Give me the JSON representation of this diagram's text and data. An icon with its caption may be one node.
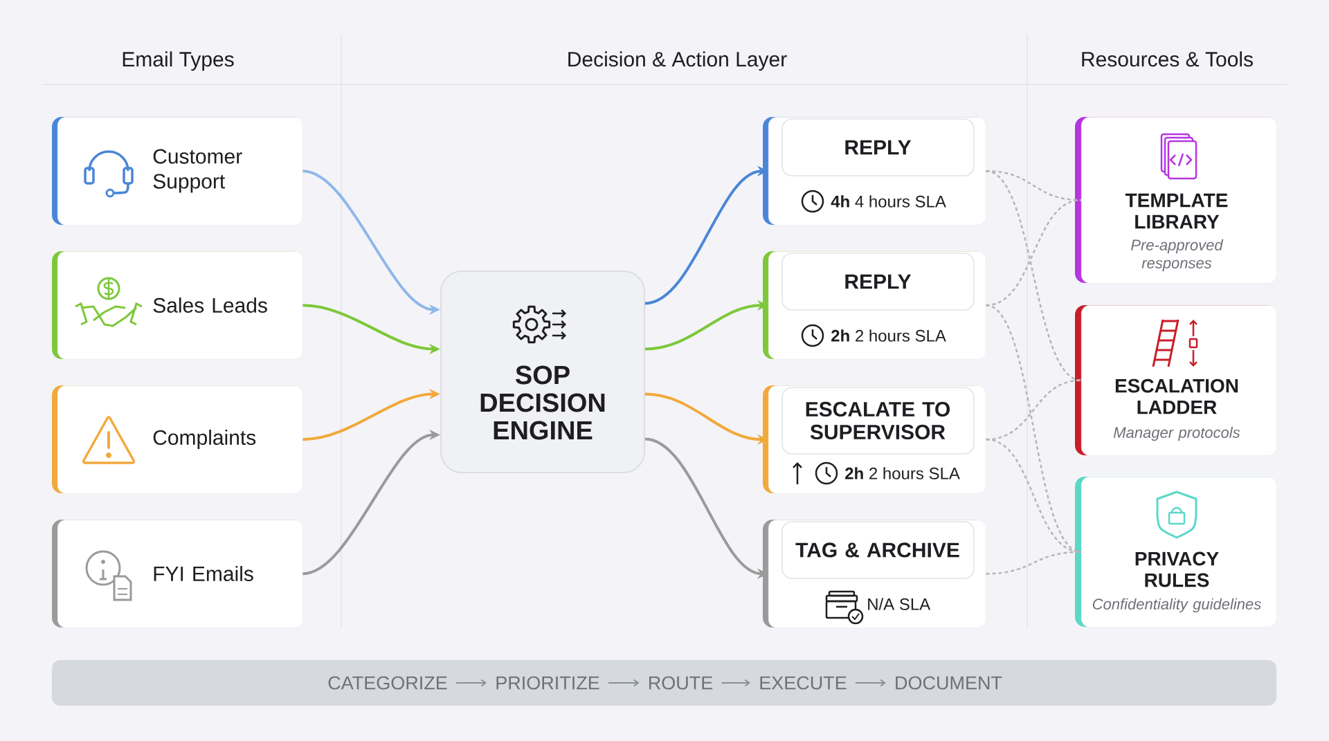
{
  "diagram": {
    "nodes": [
      {
        "text": [
          "Customer Support"
        ]
      },
      {
        "text": [
          "Sales Leads"
        ]
      },
      {
        "text": [
          "Complaints"
        ]
      },
      {
        "text": [
          "FYI Emails"
        ]
      },
      {
        "text": [
          "SOP DECISION ENGINE"
        ]
      },
      {
        "text": [
          "REPLY",
          "**4h** 4 hours SLA"
        ]
      },
      {
        "text": [
          "REPLY",
          "**2h** 2 hours SLA"
        ]
      },
      {
        "text": [
          "ESCALATE TO SUPERVISOR",
          "**2h** 2 hours SLA"
        ]
      },
      {
        "text": [
          "TAG & ARCHIVE",
          "N/A SLA"
        ]
      },
      {
        "text": [
          "TEMPLATE LIBRARY",
          "Pre-approved responses"
        ]
      },
      {
        "text": [
          "ESCALATION LADDER",
          "Manager protocols"
        ]
      },
      {
        "text": [
          "PRIVACY RULES",
          "Confidentiality guidelines"
        ]
      },
      {
        "text": [],
        "shape": "bar"
      },
      {
        "text": [
          "CATEGORIZE"
        ],
        "in": 12
      },
      {
        "text": [
          "PRIORITIZE"
        ],
        "in": 12
      },
      {
        "text": [
          "ROUTE"
        ],
        "in": 12
      },
      {
        "text": [
          "EXECUTE"
        ],
        "in": 12
      },
      {
        "text": [
          "DOCUMENT"
        ],
        "in": 12
      }
    ],
    "edges": [
      {
        "from": 0,
        "to": 4,
        "arrow": "to",
        "color": "#8fb8ea"
      },
      {
        "from": 1,
        "to": 4,
        "arrow": "to",
        "color": "#7dc83a"
      },
      {
        "from": 2,
        "to": 4,
        "arrow": "to",
        "color": "#f2a93b"
      },
      {
        "from": 3,
        "to": 4,
        "arrow": "to",
        "color": "#9a9a9a"
      },
      {
        "from": 4,
        "to": 5,
        "arrow": "to",
        "color": "#4a86d8"
      },
      {
        "from": 4,
        "to": 6,
        "arrow": "to",
        "color": "#7dc83a"
      },
      {
        "from": 4,
        "to": 7,
        "arrow": "to",
        "color": "#f2a93b"
      },
      {
        "from": 4,
        "to": 8,
        "arrow": "to",
        "color": "#9a9a9a"
      },
      {
        "from": 5,
        "to": 9,
        "arrow": "none",
        "style": "dashed",
        "color": "#b5b5b8"
      },
      {
        "from": 5,
        "to": 10,
        "arrow": "none",
        "style": "dashed",
        "color": "#b5b5b8"
      },
      {
        "from": 6,
        "to": 9,
        "arrow": "none",
        "style": "dashed",
        "color": "#b5b5b8"
      },
      {
        "from": 6,
        "to": 11,
        "arrow": "none",
        "style": "dashed",
        "color": "#b5b5b8"
      },
      {
        "from": 7,
        "to": 10,
        "arrow": "none",
        "style": "dashed",
        "color": "#b5b5b8"
      },
      {
        "from": 7,
        "to": 11,
        "arrow": "none",
        "style": "dashed",
        "color": "#b5b5b8"
      },
      {
        "from": 8,
        "to": 11,
        "arrow": "none",
        "style": "dashed",
        "color": "#b5b5b8"
      },
      {
        "from": 13,
        "to": 14,
        "arrow": "to",
        "color": "#8a9098"
      },
      {
        "from": 14,
        "to": 15,
        "arrow": "to",
        "color": "#8a9098"
      },
      {
        "from": 15,
        "to": 16,
        "arrow": "to",
        "color": "#8a9098"
      },
      {
        "from": 16,
        "to": 17,
        "arrow": "to",
        "color": "#8a9098"
      }
    ],
    "labels": [
      "Email Types",
      "Decision & Action Layer",
      "Resources & Tools"
    ]
  }
}
